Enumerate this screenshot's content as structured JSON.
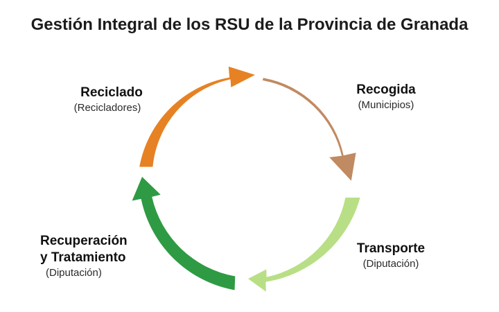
{
  "title": "Gestión Integral de los RSU de la Provincia de Granada",
  "stages": [
    {
      "id": "recogida",
      "name": "Recogida",
      "actor": "(Municipios)",
      "color": "#c08a62"
    },
    {
      "id": "transporte",
      "name": "Transporte",
      "actor": "(Diputación)",
      "color": "#b9df86"
    },
    {
      "id": "recuperacion",
      "name_lines": [
        "Recuperación",
        "y Tratamiento"
      ],
      "actor": "(Diputación)",
      "color": "#2f9a44"
    },
    {
      "id": "reciclado",
      "name": "Reciclado",
      "actor": "(Recicladores)",
      "color": "#e68223"
    }
  ]
}
